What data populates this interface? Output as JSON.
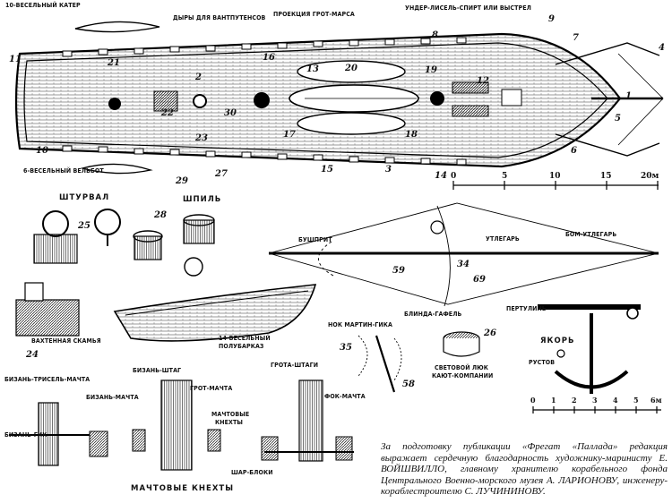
{
  "labels": {
    "cutter_10": "10-ВЕСЕЛЬНЫЙ КАТЕР",
    "bowsprit_holes": "ДЫРЫ ДЛЯ ВАНТПУТЕНСОВ",
    "mainmast_top": "ПРОЕКЦИЯ ГРОТ-МАРСА",
    "studding_spar": "УНДЕР-ЛИСЕЛЬ-СПИРТ ИЛИ ВЫСТРЕЛ",
    "whaleboat_6": "6-ВЕСЕЛЬНЫЙ ВЕЛЬБОТ",
    "wheel": "ШТУРВАЛ",
    "capstan": "ШПИЛЬ",
    "bowsprit": "БУШПРИТ",
    "jibboom": "УТЛЕГАРЬ",
    "flying_jibboom": "БОМ-УТЛЕГАРЬ",
    "dolphin_gaff": "БЛИНДА-ГАФЕЛЬ",
    "martingale": "НОК МАРТИН-ГИКА",
    "watch_bench": "ВАХТЕННАЯ СКАМЬЯ",
    "longboat_14": "14-ВЕСЕЛЬНЫЙ",
    "longboat_14b": "ПОЛУБАРКАЗ",
    "skylight": "СВЕТОВОЙ ЛЮК",
    "skylight_b": "КАЮТ-КОМПАНИИ",
    "anchor": "ЯКОРЬ",
    "anchor_ring": "ПЕРТУЛИНЬ",
    "anchor_stock": "РУСТОВ",
    "mizzen_trysail": "БИЗАНЬ-ТРИСЕЛЬ-МАЧТА",
    "mizzen_mast": "БИЗАНЬ-МАЧТА",
    "mizzen_boom": "БИЗАНЬ-ГИК",
    "mizzen_stay": "БИЗАНЬ-ШТАГ",
    "main_mast": "ГРОТ-МАЧТА",
    "mast_bitts": "МАЧТОВЫЕ",
    "mast_bitts_b": "КНЕХТЫ",
    "main_stays": "ГРОТА-ШТАГИ",
    "fore_mast": "ФОК-МАЧТА",
    "blocks": "ШАР-БЛОКИ",
    "mast_bitts_title": "МАЧТОВЫЕ КНЕХТЫ"
  },
  "scale_top": {
    "ticks": [
      "0",
      "5",
      "10",
      "15",
      "20м"
    ]
  },
  "scale_anchor": {
    "ticks": [
      "0",
      "1",
      "2",
      "3",
      "4",
      "5",
      "6м"
    ]
  },
  "numbers": [
    "11",
    "10",
    "2",
    "9",
    "8",
    "7",
    "4",
    "1",
    "6",
    "5",
    "3",
    "13",
    "20",
    "12",
    "19",
    "14",
    "15",
    "16",
    "17",
    "18",
    "21",
    "22",
    "23",
    "24",
    "25",
    "26",
    "27",
    "28",
    "29",
    "30",
    "34",
    "35",
    "58",
    "59",
    "69"
  ],
  "caption": "За подготовку публикации «Фрегат «Паллада» редакция выражает сердечную благодарность художнику-маринисту Е. ВОЙШВИЛЛО, главному хранителю корабельного фонда Центрального Военно-морского музея А. ЛАРИОНОВУ, инженеру-кораблестроителю С. ЛУЧИНИНОВУ."
}
